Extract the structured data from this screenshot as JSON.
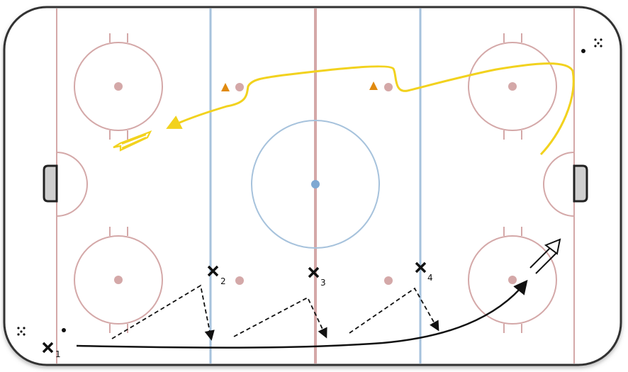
{
  "colors": {
    "board": "#333333",
    "red_line": "#d4a8a8",
    "blue_line": "#a6c2dc",
    "center_circle": "#a6c2dc",
    "center_dot": "#7fa8d2",
    "faceoff": "#d4a8a8",
    "goal_fill": "#cfcfcf",
    "yellow_path": "#f2d21e",
    "cone": "#e08a10",
    "black_path": "#111111"
  },
  "players": [
    {
      "id": "x1",
      "number": "1"
    },
    {
      "id": "x2",
      "number": "2"
    },
    {
      "id": "x3",
      "number": "3"
    },
    {
      "id": "x4",
      "number": "4"
    }
  ],
  "icons": {
    "player": "x-mark-icon",
    "puck": "puck-icon",
    "cone": "cone-icon",
    "pass_arrow": "dashed-arrow-icon",
    "skate_arrow": "solid-arrow-icon",
    "shot_arrow": "hollow-double-arrow-icon"
  }
}
